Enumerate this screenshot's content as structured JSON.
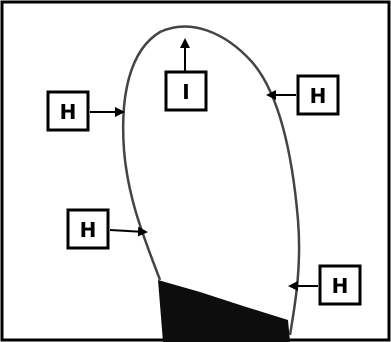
{
  "figure": {
    "labels": {
      "top": "I",
      "upper_left": "H",
      "upper_right": "H",
      "lower_left": "H",
      "lower_right": "H"
    }
  },
  "colors": {
    "background": "#ffffff",
    "outline": "#000000",
    "fill": "#000000"
  }
}
